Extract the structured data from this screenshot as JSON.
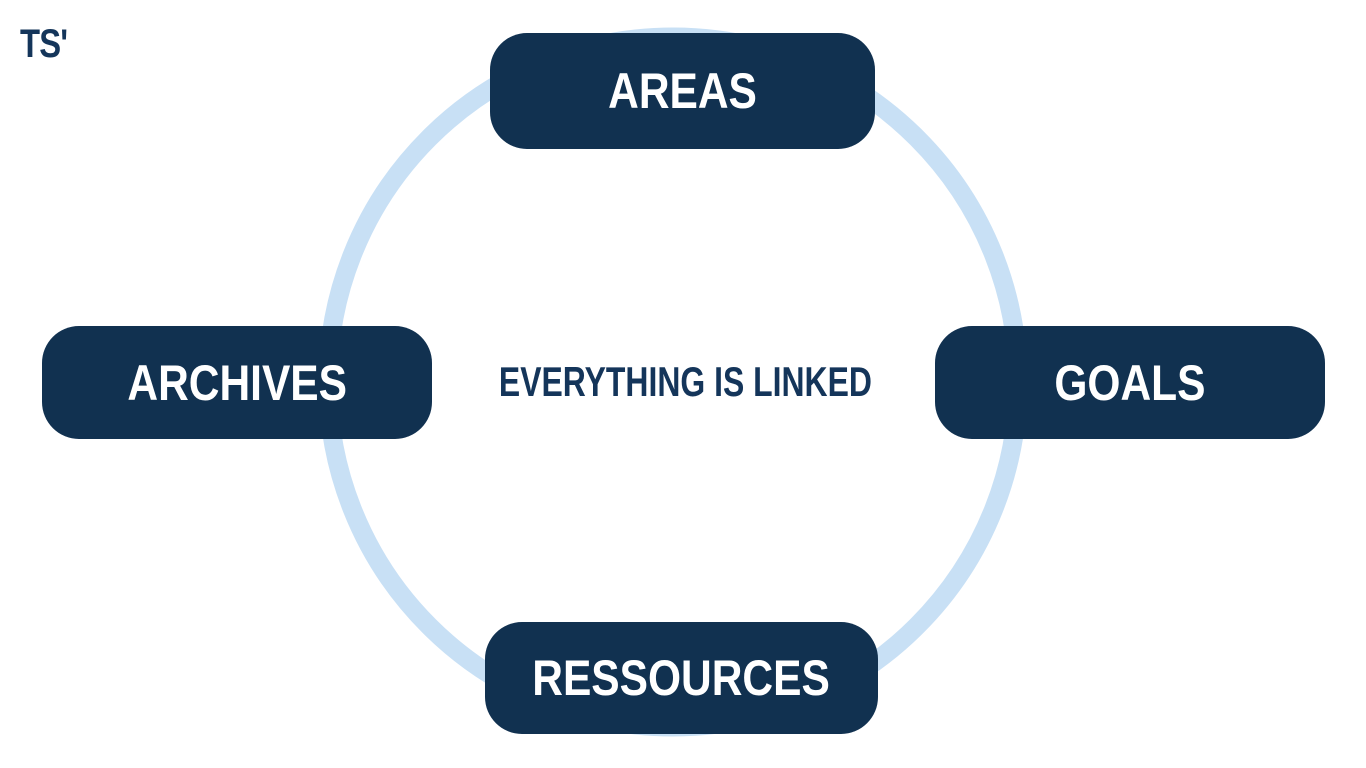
{
  "brand": {
    "logo_text": "TS'"
  },
  "diagram": {
    "center_label": "EVERYTHING IS LINKED",
    "nodes": [
      {
        "label": "AREAS",
        "position": "top"
      },
      {
        "label": "GOALS",
        "position": "right"
      },
      {
        "label": "RESSOURCES",
        "position": "bottom"
      },
      {
        "label": "ARCHIVES",
        "position": "left"
      }
    ],
    "colors": {
      "node_background": "#113150",
      "node_text": "#ffffff",
      "ring": "#c8e0f5",
      "center_text": "#14355a",
      "logo_text": "#14355a",
      "background": "#ffffff"
    }
  }
}
